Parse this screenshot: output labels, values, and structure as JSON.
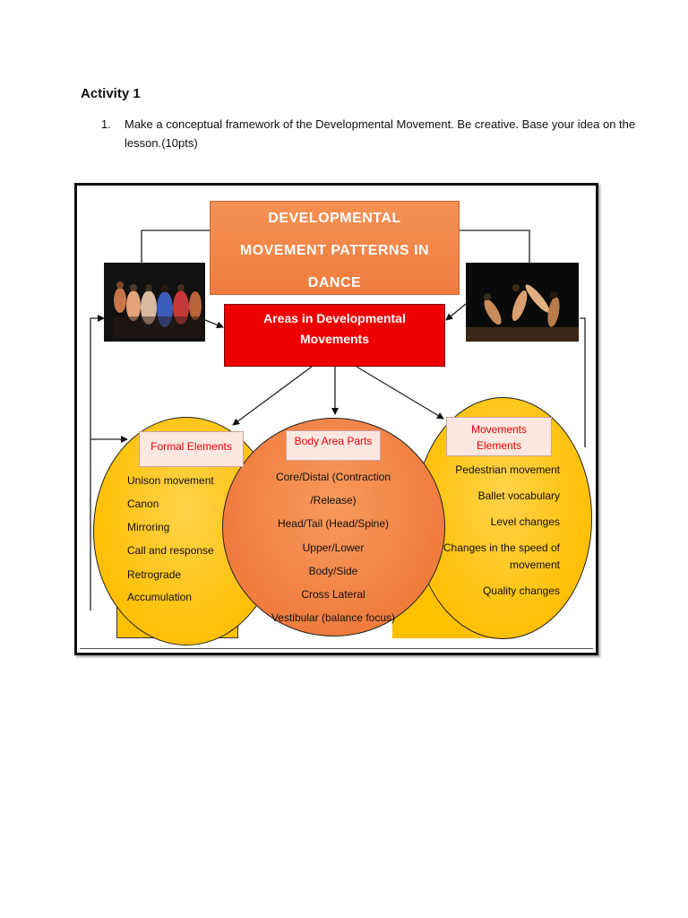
{
  "activity": {
    "title": "Activity 1",
    "question_number": "1.",
    "question_text": "Make a conceptual framework of the Developmental Movement. Be creative. Base your idea on the lesson.(10pts)"
  },
  "diagram": {
    "title_lines": [
      "DEVELOPMENTAL",
      "MOVEMENT PATTERNS IN",
      "DANCE"
    ],
    "areas_lines": [
      "Areas in Developmental",
      "Movements"
    ],
    "formal": {
      "label": "Formal Elements",
      "items": [
        "Unison movement",
        "Canon",
        "Mirroring",
        "Call and response",
        "Retrograde",
        "Accumulation"
      ]
    },
    "body": {
      "label": "Body Area Parts",
      "items": [
        "Core/Distal (Contraction",
        "/Release)",
        "Head/Tail (Head/Spine)",
        "Upper/Lower",
        "Body/Side",
        "Cross Lateral",
        "Vestibular (balance focus)"
      ]
    },
    "movements": {
      "label_lines": [
        "Movements",
        "Elements"
      ],
      "items": [
        "Pedestrian movement",
        "Ballet vocabulary",
        "Level changes",
        "Changes in the speed of",
        "movement",
        "Quality changes"
      ]
    },
    "images": [
      "dancers-group-photo",
      "dancers-performance-photo"
    ]
  },
  "colors": {
    "title_orange": "#f07c3e",
    "areas_red": "#ee0000",
    "circle_yellow": "#ffc000",
    "label_red_text": "#ee0000",
    "label_bg": "#fde7e0"
  }
}
